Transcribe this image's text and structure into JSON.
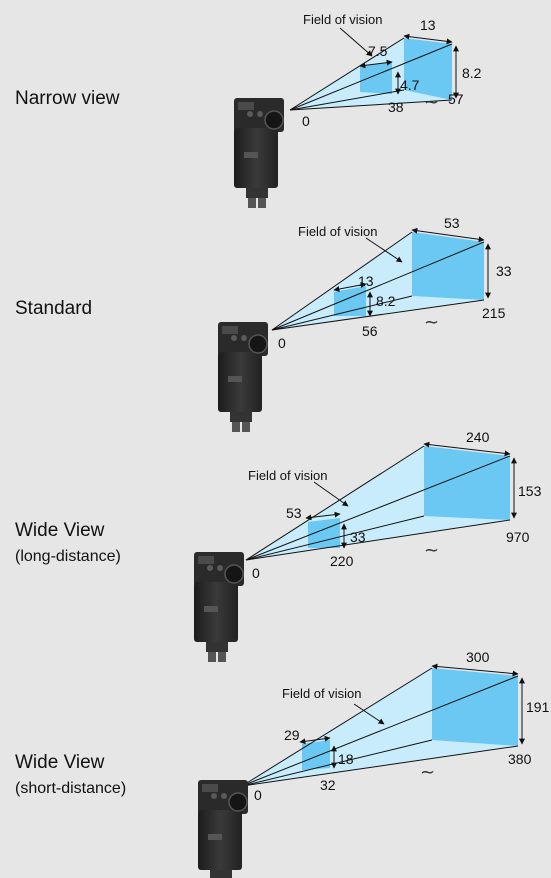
{
  "accent": "#6ac8f2",
  "cone_fill": "#c8ecfb",
  "camera_color": "#333333",
  "sections": [
    {
      "title": "Narrow view",
      "subtitle": "",
      "fov_label": "Field of vision",
      "near_width": "7.5",
      "near_height": "4.7",
      "near_distance": "38",
      "far_width": "13",
      "far_height": "8.2",
      "far_distance": "57",
      "origin": "0",
      "tilde": "~"
    },
    {
      "title": "Standard",
      "subtitle": "",
      "fov_label": "Field of vision",
      "near_width": "13",
      "near_height": "8.2",
      "near_distance": "56",
      "far_width": "53",
      "far_height": "33",
      "far_distance": "215",
      "origin": "0",
      "tilde": "~"
    },
    {
      "title": "Wide View",
      "subtitle": "(long-distance)",
      "fov_label": "Field of vision",
      "near_width": "53",
      "near_height": "33",
      "near_distance": "220",
      "far_width": "240",
      "far_height": "153",
      "far_distance": "970",
      "origin": "0",
      "tilde": "~"
    },
    {
      "title": "Wide View",
      "subtitle": "(short-distance)",
      "fov_label": "Field of vision",
      "near_width": "29",
      "near_height": "18",
      "near_distance": "32",
      "far_width": "300",
      "far_height": "191",
      "far_distance": "380",
      "origin": "0",
      "tilde": "~"
    }
  ]
}
